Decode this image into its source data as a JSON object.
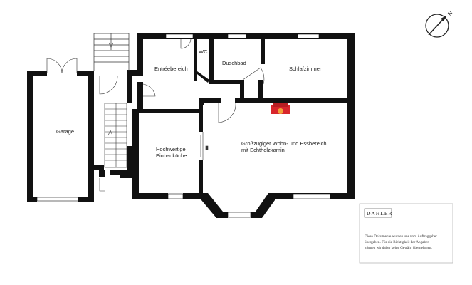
{
  "rooms": {
    "wc": "WC",
    "entree": "Entréebereich",
    "duschbad": "Duschbad",
    "schlafzimmer": "Schlafzimmer",
    "garage": "Garage",
    "kueche_line1": "Hochwertige",
    "kueche_line2": "Einbauküche",
    "wohnen_line1": "Großzügiger Wohn- und Essbereich",
    "wohnen_line2": "mit Echtholzkamin"
  },
  "compass": {
    "label": "N"
  },
  "disclaimer": {
    "brand": "DAHLER",
    "line1": "Diese Dokumente wurden uns vom Auftraggeber",
    "line2": "übergeben. Für die Richtigkeit der Angaben",
    "line3": "können wir daher keine Gewähr übernehmen."
  },
  "colors": {
    "wall": "#111111",
    "fireplace": "#d8262c",
    "fireplace_glow": "#f2a23a",
    "box_border": "#b8b8b8"
  }
}
